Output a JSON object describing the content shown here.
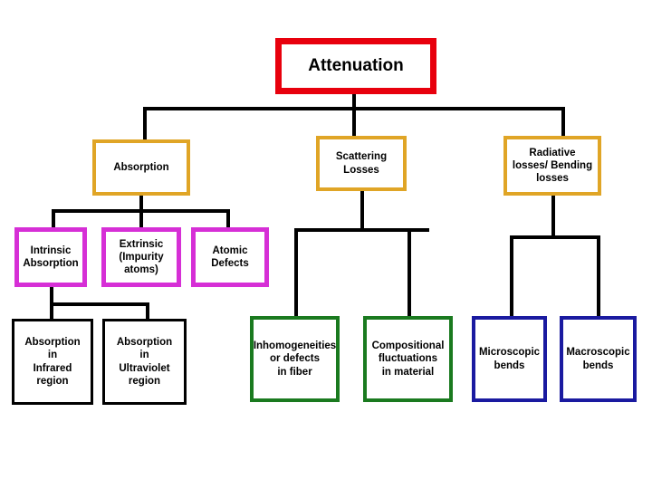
{
  "diagram": {
    "title": "Attenuation",
    "type": "hierarchy-tree",
    "colors": {
      "root_border": "#e8000d",
      "level2_border": "#e0a526",
      "level3_border": "#d62fd6",
      "absorption_leaf_border": "#000000",
      "scattering_leaf_border": "#1a7a1f",
      "radiative_leaf_border": "#1a1aa0",
      "connector": "#000000",
      "background": "#ffffff",
      "text": "#000000"
    },
    "nodes": {
      "root": {
        "label": "Attenuation"
      },
      "level2": [
        {
          "id": "absorption",
          "label": "Absorption"
        },
        {
          "id": "scattering-losses",
          "label": "Scattering\nLosses"
        },
        {
          "id": "radiative-losses",
          "label": "Radiative\nlosses/ Bending\nlosses"
        }
      ],
      "level3": [
        {
          "id": "intrinsic-absorption",
          "label": "Intrinsic\nAbsorption"
        },
        {
          "id": "extrinsic-impurity-atoms",
          "label": "Extrinsic\n(Impurity\natoms)"
        },
        {
          "id": "atomic-defects",
          "label": "Atomic\nDefects"
        }
      ],
      "level4": [
        {
          "id": "absorption-infrared",
          "label": "Absorption\nin\nInfrared\nregion"
        },
        {
          "id": "absorption-ultraviolet",
          "label": "Absorption\nin\nUltraviolet\nregion"
        },
        {
          "id": "inhomogeneities-defects-fiber",
          "label": "Inhomogeneities\nor defects\nin fiber"
        },
        {
          "id": "compositional-fluctuations-material",
          "label": "Compositional\nfluctuations\nin material"
        },
        {
          "id": "microscopic-bends",
          "label": "Microscopic\nbends"
        },
        {
          "id": "macroscopic-bends",
          "label": "Macroscopic\nbends"
        }
      ]
    }
  }
}
